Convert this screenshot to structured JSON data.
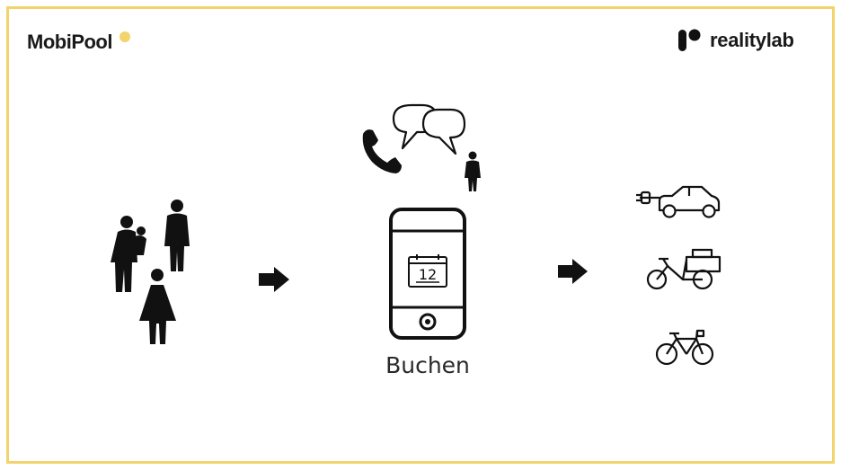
{
  "brand_left": {
    "name": "MobiPool",
    "dot_color": "#f3d36b"
  },
  "brand_right": {
    "name": "realitylab",
    "icon": "realitylab-logo-icon"
  },
  "calendar": {
    "day": "12"
  },
  "center_label": "Buchen",
  "colors": {
    "border": "#f3d36b",
    "ink": "#111111"
  },
  "icons": {
    "group": [
      "man-with-child-icon",
      "man-icon",
      "woman-icon"
    ],
    "booking": [
      "phone-icon",
      "speech-bubbles-icon",
      "person-icon",
      "smartphone-icon",
      "calendar-icon"
    ],
    "vehicles": [
      "electric-car-icon",
      "cargo-bike-icon",
      "bicycle-icon"
    ],
    "flow": [
      "arrow-right-icon",
      "arrow-right-icon"
    ]
  }
}
